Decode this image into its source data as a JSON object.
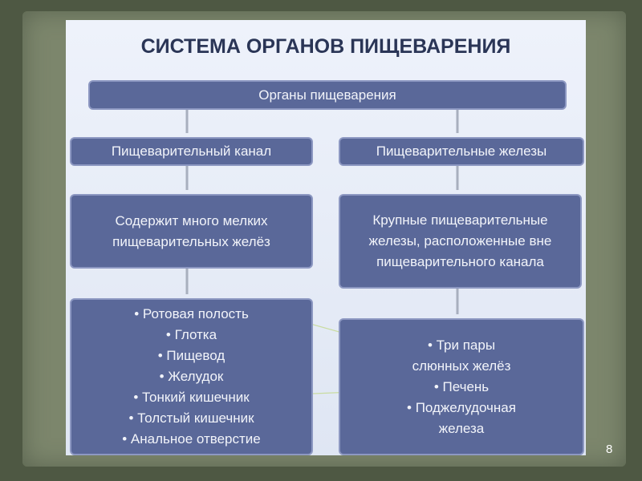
{
  "title": "СИСТЕМА ОРГАНОВ ПИЩЕВАРЕНИЯ",
  "top": "Органы пищеварения",
  "left": {
    "header": "Пищеварительный канал",
    "desc": "Содержит много мелких пищеварительных желёз",
    "items": [
      "• Ротовая полость",
      "• Глотка",
      "• Пищевод",
      "• Желудок",
      "• Тонкий кишечник",
      "• Толстый кишечник",
      "• Анальное отверстие"
    ]
  },
  "right": {
    "header": "Пищеварительные железы",
    "desc": "Крупные пищеварительные железы, расположенные вне пищеварительного канала",
    "items": [
      "• Три пары",
      "слюнных желёз",
      "• Печень",
      "• Поджелудочная",
      "железа"
    ]
  },
  "page_number": "8"
}
